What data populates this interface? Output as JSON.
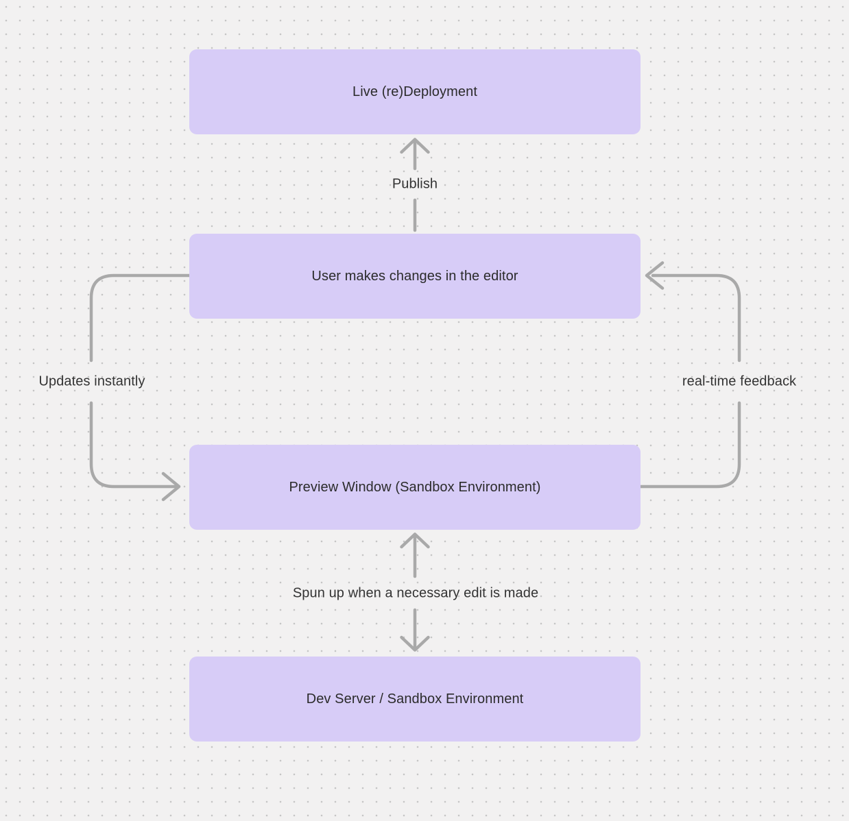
{
  "nodes": [
    {
      "id": "live-redeployment",
      "label": "Live (re)Deployment"
    },
    {
      "id": "user-editor",
      "label": "User makes changes in the editor"
    },
    {
      "id": "preview-window",
      "label": "Preview Window (Sandbox Environment)"
    },
    {
      "id": "dev-server",
      "label": "Dev Server / Sandbox Environment"
    }
  ],
  "edges": [
    {
      "id": "publish",
      "from": "user-editor",
      "to": "live-redeployment",
      "label": "Publish",
      "style": "straight-up-arrow"
    },
    {
      "id": "updates-instantly",
      "from": "user-editor",
      "to": "preview-window",
      "label": "Updates instantly",
      "style": "left-loop-arrow"
    },
    {
      "id": "realtime-feedback",
      "from": "preview-window",
      "to": "user-editor",
      "label": "real-time feedback",
      "style": "right-loop-arrow"
    },
    {
      "id": "spun-up",
      "from": "preview-window",
      "to": "dev-server",
      "label": "Spun up when a necessary edit is made",
      "style": "bidirectional-arrow"
    }
  ],
  "colors": {
    "background": "#f2f1f1",
    "dot": "#c5c5c5",
    "node_fill": "#d7ccf7",
    "node_text": "#2b2b2b",
    "arrow": "#a9a9a9",
    "edge_label_text": "#333333"
  }
}
